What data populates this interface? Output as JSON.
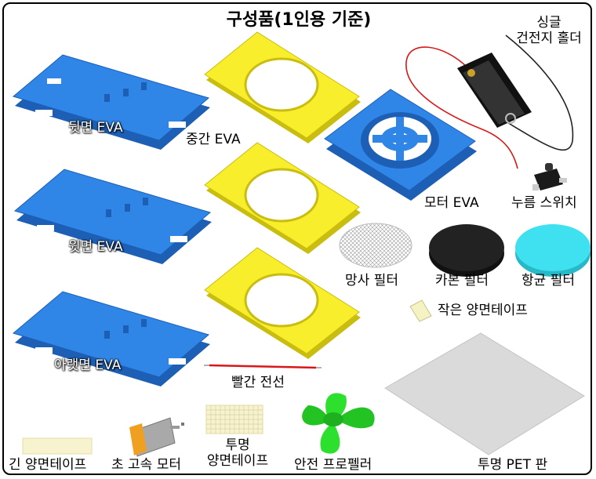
{
  "title": "구성품(1인용 기준)",
  "labels": {
    "back_eva": "뒷면 EVA",
    "middle_eva": "중간 EVA",
    "top_eva": "윗면 EVA",
    "bottom_eva": "아랫면 EVA",
    "motor_eva": "모터 EVA",
    "battery_holder_line1": "싱글",
    "battery_holder_line2": "건전지 홀더",
    "push_switch": "누름 스위치",
    "mesh_filter": "망사 필터",
    "carbon_filter": "카본 필터",
    "antibacterial_filter": "항균 필터",
    "small_tape": "작은 양면테이프",
    "red_wire": "빨간 전선",
    "long_tape": "긴 양면테이프",
    "fast_motor": "초 고속 모터",
    "clear_tape_line1": "투명",
    "clear_tape_line2": "양면테이프",
    "propeller": "안전 프로펠러",
    "pet_plate": "투명 PET 판"
  },
  "colors": {
    "eva_blue": "#2f86e6",
    "eva_blue_dark": "#1d5fb5",
    "eva_yellow": "#f8ee2c",
    "eva_yellow_dark": "#c9bd10",
    "carbon": "#222222",
    "antibacterial": "#3fe0f0",
    "propeller": "#2ee02e",
    "wire_red": "#d81818"
  },
  "icons": [
    "blue-eva-plate-icon",
    "yellow-eva-ring-icon",
    "motor-eva-icon",
    "battery-holder-icon",
    "push-switch-icon",
    "mesh-filter-icon",
    "carbon-filter-icon",
    "antibacterial-filter-icon",
    "small-tape-icon",
    "red-wire-icon",
    "long-tape-icon",
    "dc-motor-icon",
    "clear-tape-sheet-icon",
    "propeller-icon",
    "pet-sheet-icon"
  ]
}
